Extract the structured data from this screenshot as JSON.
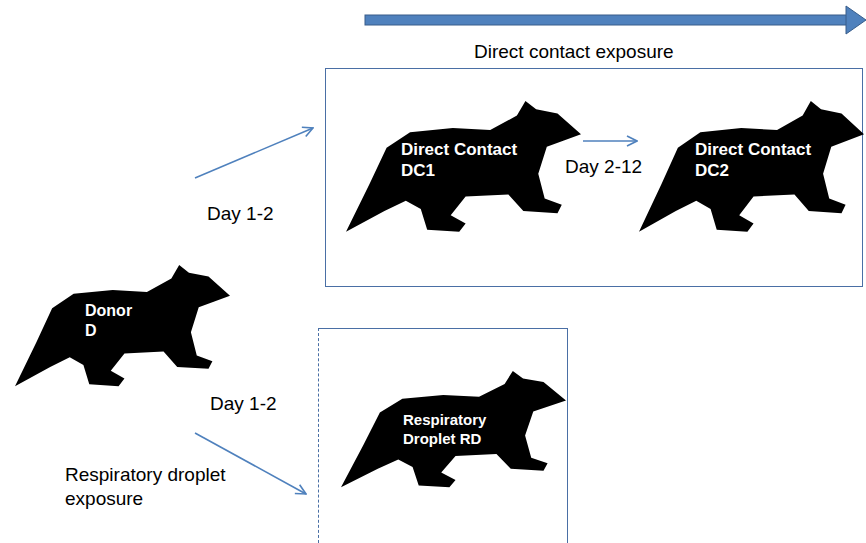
{
  "diagram": {
    "nodes": [
      {
        "text": [
          "Direct contact exposure"
        ]
      },
      {
        "text": [
          "Direct Contact DC1"
        ],
        "in": 0
      },
      {
        "text": [
          "Direct Contact DC2"
        ],
        "in": 0
      },
      {
        "text": [
          "Donor D"
        ]
      },
      {
        "text": [
          "Respiratory droplet exposure"
        ]
      },
      {
        "text": [
          "Respiratory Droplet RD"
        ],
        "in": 4
      }
    ],
    "edges": [
      {
        "from": 3,
        "to": 0,
        "label": "Day 1-2",
        "arrow": "to"
      },
      {
        "from": 3,
        "to": 4,
        "label": "Day 1-2",
        "arrow": "to"
      },
      {
        "from": 1,
        "to": 2,
        "label": "Day 2-12",
        "arrow": "to"
      }
    ]
  }
}
